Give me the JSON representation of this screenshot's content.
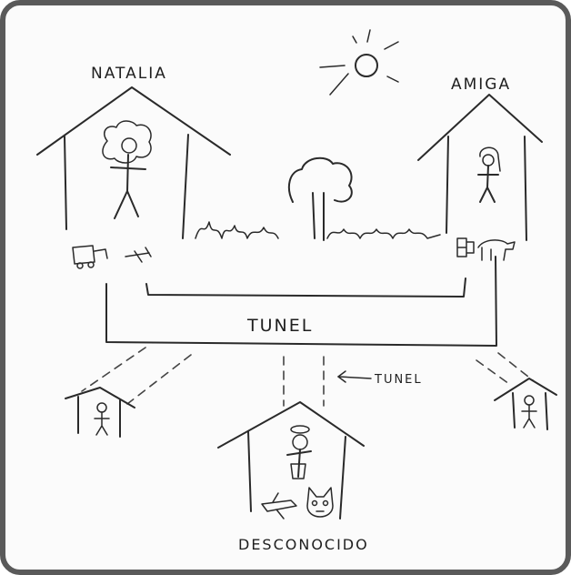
{
  "labels": {
    "natalia": "NATALIA",
    "amiga": "AMIGA",
    "tunel_main": "TUNEL",
    "tunel_arrow": "TUNEL",
    "desconocido": "DESCONOCIDO"
  },
  "colors": {
    "ink": "#2a2a2a",
    "frame": "#5a5a5a",
    "paper": "#fbfbfb"
  }
}
